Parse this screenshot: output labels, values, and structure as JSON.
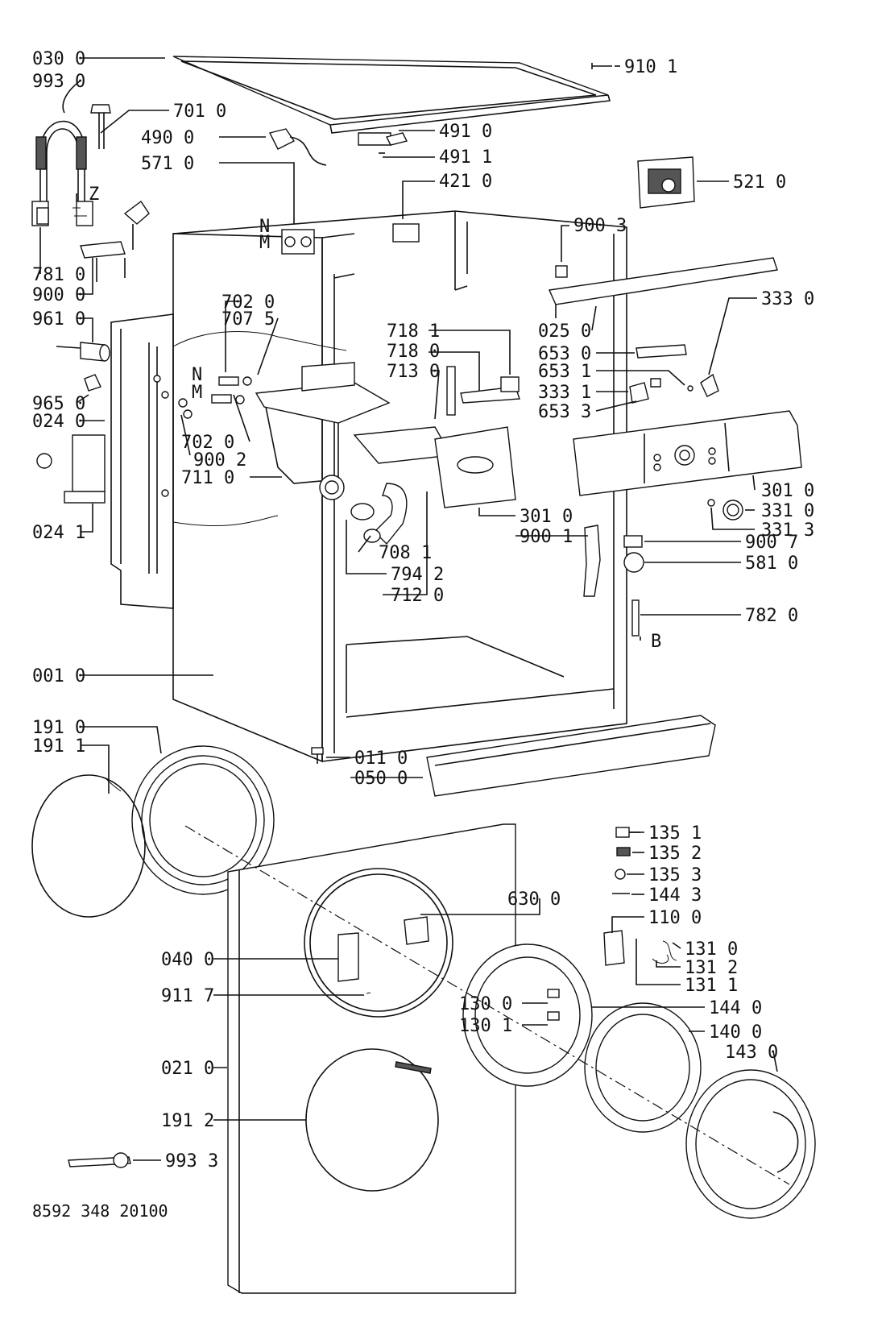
{
  "labels": {
    "l030_0": "030 0",
    "l993_0": "993 0",
    "l701_0": "701 0",
    "l490_0": "490 0",
    "l571_0": "571 0",
    "l491_0": "491 0",
    "l491_1": "491 1",
    "l421_0": "421 0",
    "l910_1": "910 1",
    "l521_0": "521 0",
    "l900_3": "900 3",
    "lZ": "Z",
    "lN1": "N",
    "lM1": "M",
    "l781_0": "781 0",
    "l900_0": "900 0",
    "l333_0": "333 0",
    "l961_0": "961 0",
    "l702_0a": "702 0",
    "l707_5": "707 5",
    "l718_1": "718 1",
    "l718_0": "718 0",
    "l713_0": "713 0",
    "l025_0": "025 0",
    "l653_0": "653 0",
    "l653_1": "653 1",
    "l333_1": "333 1",
    "l653_3": "653 3",
    "lN2": "N",
    "lM2": "M",
    "l965_0": "965 0",
    "l024_0": "024 0",
    "l702_0b": "702 0",
    "l900_2": "900 2",
    "l711_0": "711 0",
    "l301_0a": "301 0",
    "l331_0": "331 0",
    "l331_3": "331 3",
    "l301_0b": "301 0",
    "l900_1": "900 1",
    "l024_1": "024 1",
    "l900_7": "900 7",
    "l708_1": "708 1",
    "l581_0": "581 0",
    "l794_2": "794 2",
    "l712_0": "712 0",
    "l782_0": "782 0",
    "lB": "B",
    "l001_0": "001 0",
    "l191_0": "191 0",
    "l191_1": "191 1",
    "l011_0": "011 0",
    "l050_0": "050 0",
    "l135_1": "135 1",
    "l135_2": "135 2",
    "l135_3": "135 3",
    "l144_3": "144 3",
    "l630_0": "630 0",
    "l110_0": "110 0",
    "l040_0": "040 0",
    "l131_0": "131 0",
    "l131_2": "131 2",
    "l911_7": "911 7",
    "l131_1": "131 1",
    "l130_0": "130 0",
    "l144_0": "144 0",
    "l130_1": "130 1",
    "l140_0": "140 0",
    "l021_0": "021 0",
    "l143_0": "143 0",
    "l191_2": "191 2",
    "l993_3": "993 3"
  },
  "footer": {
    "code": "8592 348 20100"
  }
}
